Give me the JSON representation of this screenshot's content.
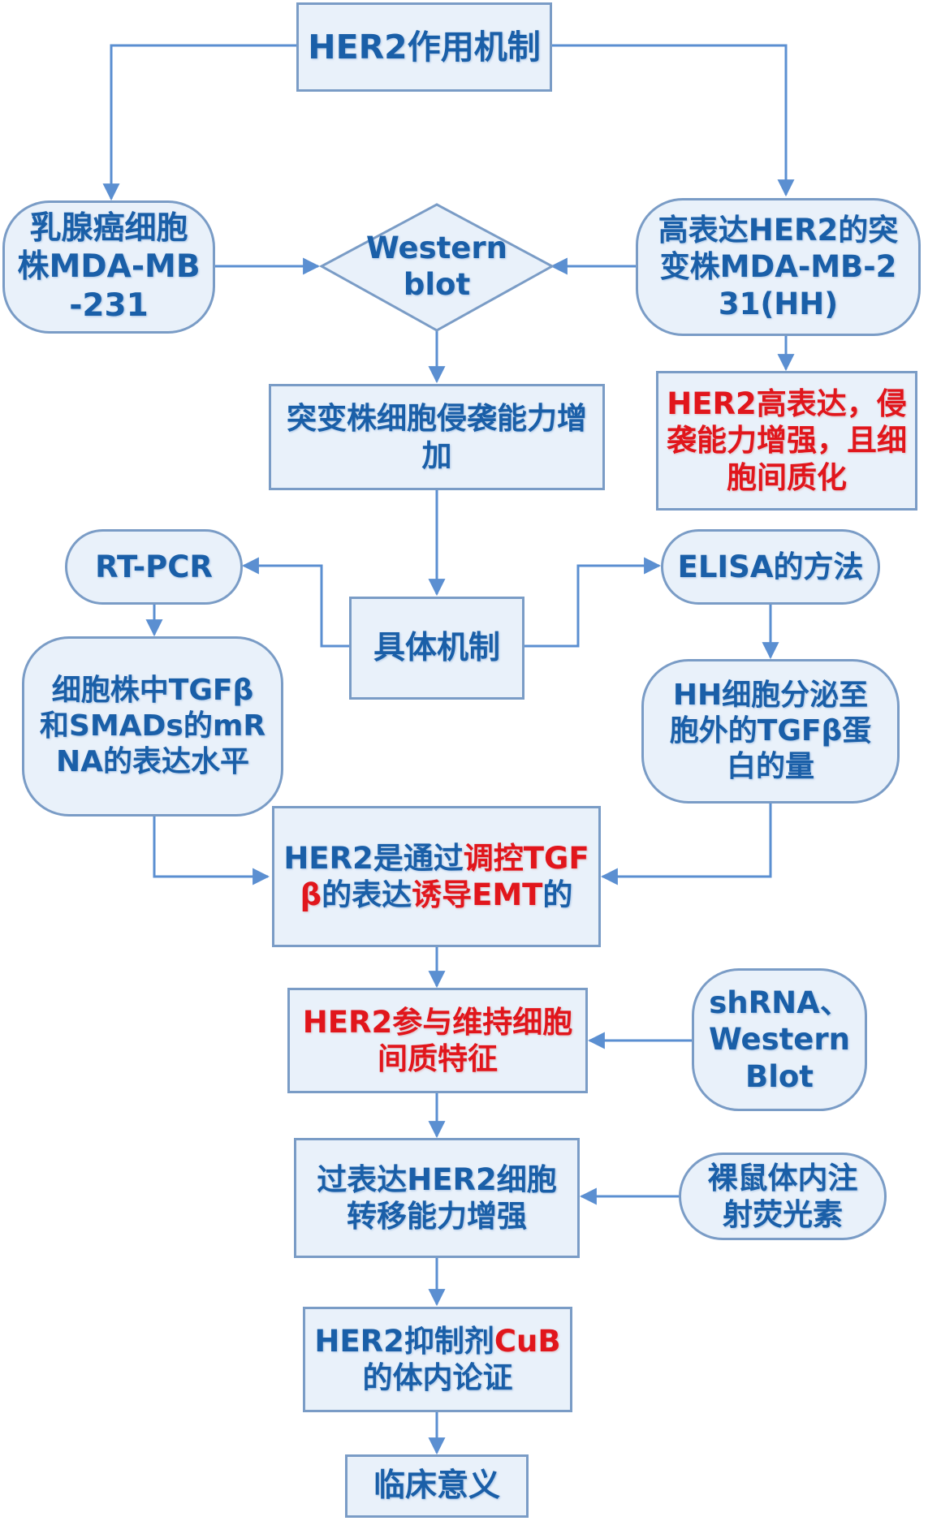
{
  "nodes": {
    "title": "HER2作用机制",
    "cell_line": "乳腺癌细胞株MDA-MB-231",
    "mutant_line": "高表达HER2的突变株MDA-MB-231(HH)",
    "western_blot": "Western blot",
    "invasion_increase": "突变株细胞侵袭能力增加",
    "her2_result": "HER2高表达，侵袭能力增强，且细胞间质化",
    "rt_pcr": "RT-PCR",
    "mechanism": "具体机制",
    "elisa": "ELISA的方法",
    "mrna_expression": "细胞株中TGFβ和SMADs的mRNA的表达水平",
    "tgf_secretion": "HH细胞分泌至胞外的TGFβ蛋白的量",
    "conclusion": {
      "part1": "HER2是通过",
      "part2": "调控TGFβ",
      "part3": "的表达",
      "part4": "诱导EMT",
      "part5": "的"
    },
    "maintain": "HER2参与维持细胞间质特征",
    "shrna": "shRNA、Western Blot",
    "metastasis": "过表达HER2细胞转移能力增强",
    "nude_mice": "裸鼠体内注射荧光素",
    "inhibitor": {
      "part1": "HER2抑制剂",
      "part2": "CuB",
      "part3": "的体内论证"
    },
    "clinical": "临床意义"
  },
  "colors": {
    "text_primary": "#1a5fa8",
    "text_highlight": "#e1161c",
    "node_fill": "#e9f1fa",
    "node_border": "#7a9cc6",
    "arrow": "#5b8fd1"
  }
}
